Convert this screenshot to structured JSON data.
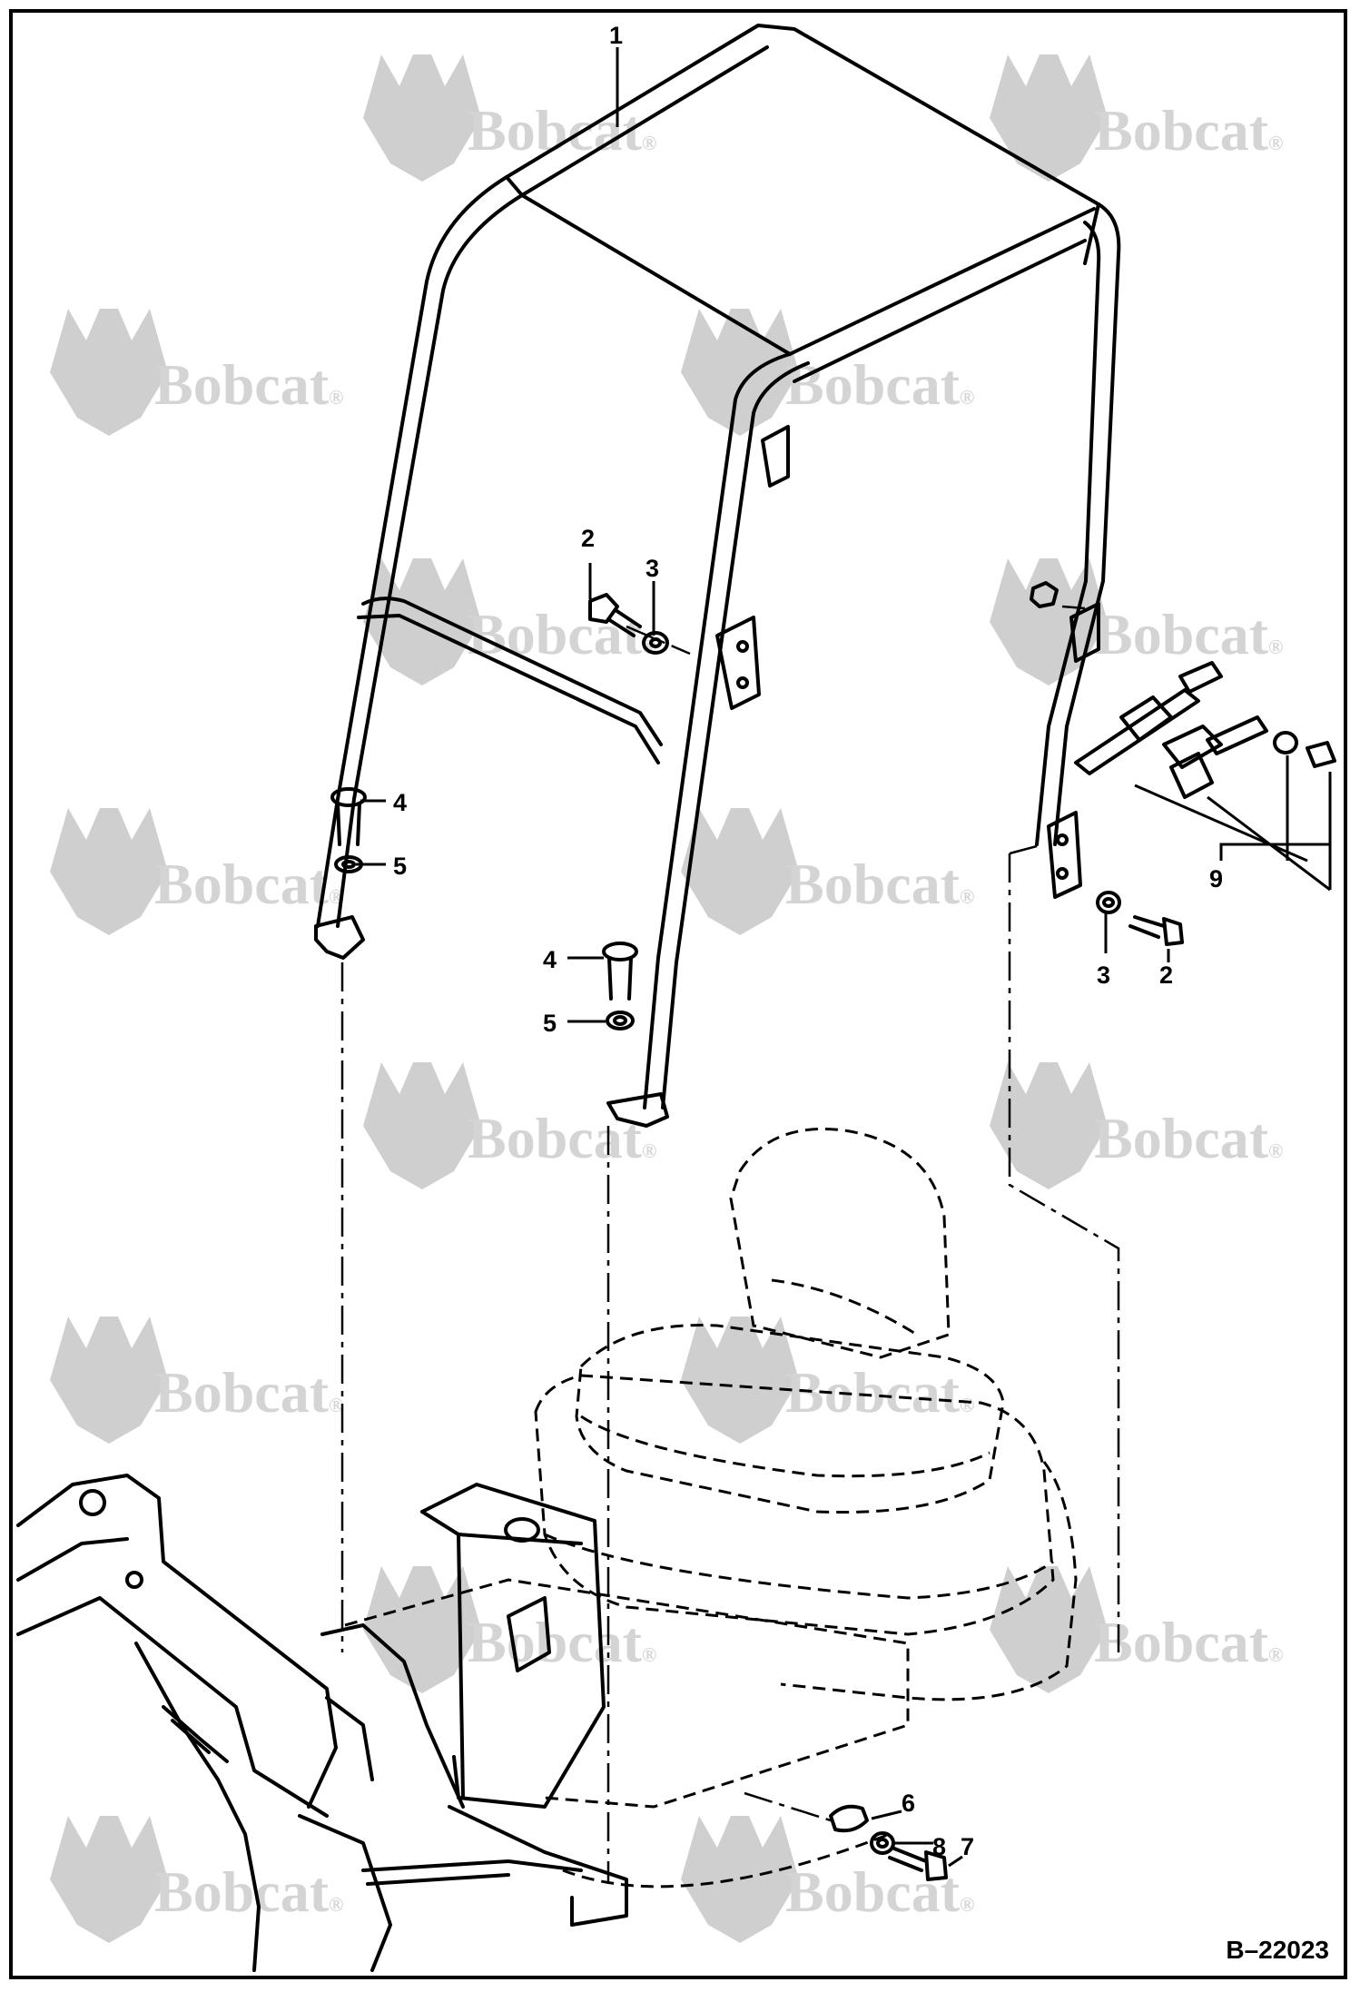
{
  "watermark": {
    "brand": "Bobcat",
    "registered": "®"
  },
  "callouts": {
    "c1": "1",
    "c2a": "2",
    "c3a": "3",
    "c2b": "2",
    "c3b": "3",
    "c4a": "4",
    "c5a": "5",
    "c4b": "4",
    "c5b": "5",
    "c6": "6",
    "c7": "7",
    "c8": "8",
    "c9": "9"
  },
  "drawing_number": "B–22023"
}
